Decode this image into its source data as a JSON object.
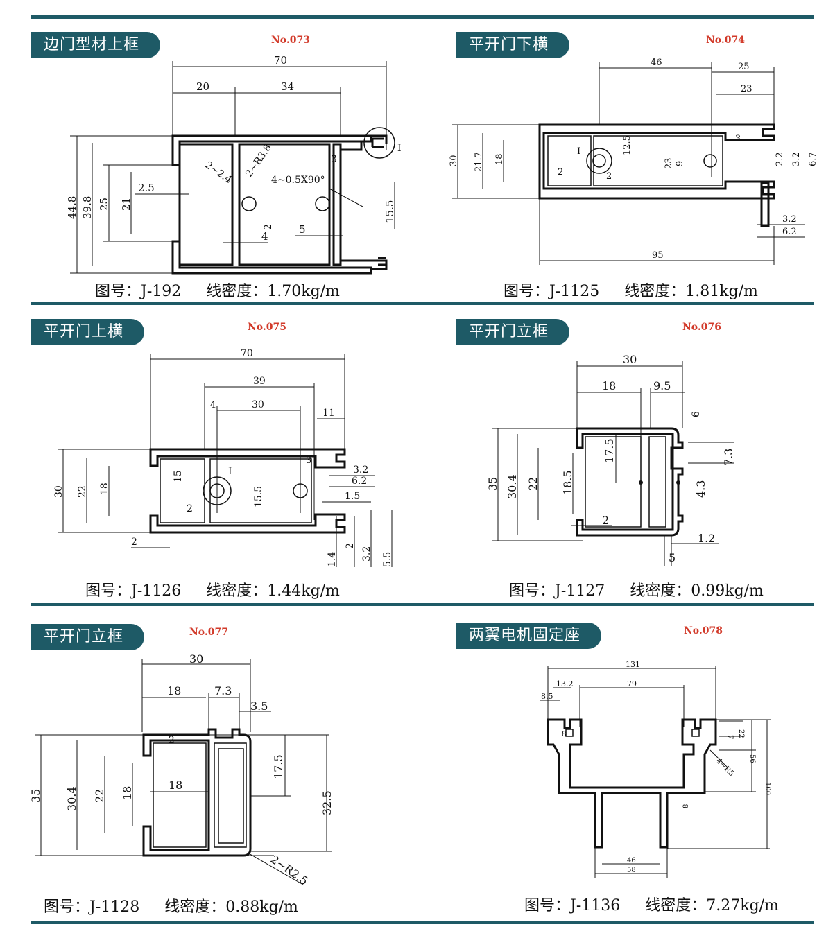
{
  "panels": [
    {
      "id": "p1",
      "title": "边门型材上框",
      "number": "No.073",
      "drawing_no": "图号：J-192",
      "density": "线密度：1.70kg/m",
      "dims": [
        "70",
        "20",
        "34",
        "44.8",
        "39.8",
        "25",
        "21",
        "2.5",
        "2~2.4",
        "2~R3.8",
        "4~0.5X90°",
        "3",
        "15.5",
        "5",
        "2",
        "4",
        "I"
      ]
    },
    {
      "id": "p2",
      "title": "平开门下横",
      "number": "No.074",
      "drawing_no": "图号：J-1125",
      "density": "线密度：1.81kg/m",
      "dims": [
        "46",
        "25",
        "23",
        "3",
        "30",
        "21.7",
        "18",
        "2",
        "I",
        "2",
        "12.5",
        "23",
        "9",
        "2.2",
        "3.2",
        "6.7",
        "3.2",
        "6.2",
        "95"
      ]
    },
    {
      "id": "p3",
      "title": "平开门上横",
      "number": "No.075",
      "drawing_no": "图号：J-1126",
      "density": "线密度：1.44kg/m",
      "dims": [
        "70",
        "39",
        "4",
        "30",
        "11",
        "30",
        "22",
        "18",
        "15",
        "I",
        "2",
        "15.5",
        "3",
        "3.2",
        "6.2",
        "1.5",
        "2",
        "1.4",
        "2",
        "3.2",
        "5.5"
      ]
    },
    {
      "id": "p4",
      "title": "平开门立框",
      "number": "No.076",
      "drawing_no": "图号：J-1127",
      "density": "线密度：0.99kg/m",
      "dims": [
        "30",
        "18",
        "9.5",
        "6",
        "35",
        "30.4",
        "22",
        "18.5",
        "17.5",
        "7.3",
        "4.3",
        "2",
        "1.2",
        "5"
      ]
    },
    {
      "id": "p5",
      "title": "平开门立框",
      "number": "No.077",
      "drawing_no": "图号：J-1128",
      "density": "线密度：0.88kg/m",
      "dims": [
        "30",
        "18",
        "7.3",
        "3.5",
        "2",
        "35",
        "30.4",
        "22",
        "18",
        "18",
        "17.5",
        "32.5",
        "2~R2.5"
      ]
    },
    {
      "id": "p6",
      "title": "两翼电机固定座",
      "number": "No.078",
      "drawing_no": "图号：J-1136",
      "density": "线密度：7.27kg/m",
      "dims": [
        "131",
        "13.2",
        "79",
        "8.5",
        "8",
        "7",
        "22",
        "56",
        "100",
        "4~R5",
        "8",
        "46",
        "58"
      ]
    }
  ],
  "colors": {
    "accent": "#1e5a66",
    "number": "#d23a2a"
  }
}
